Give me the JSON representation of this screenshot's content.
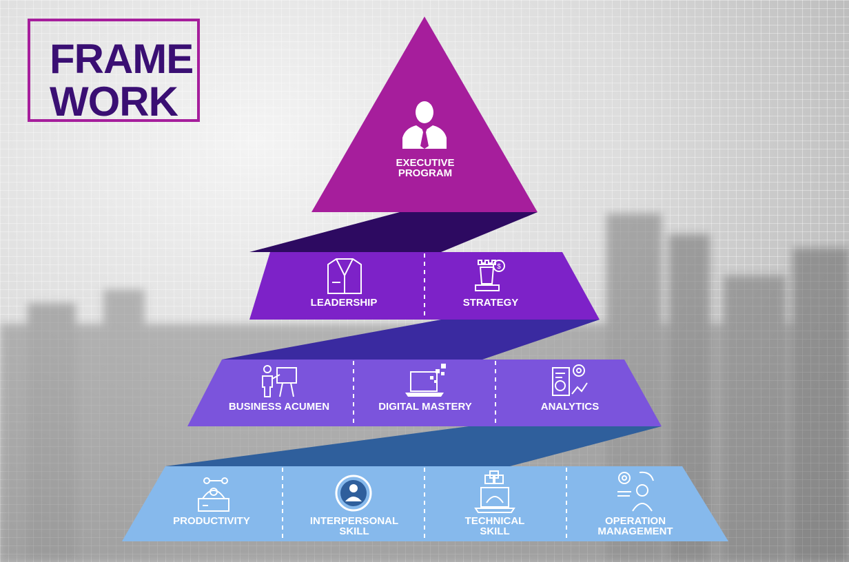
{
  "title": {
    "line1": "FRAME",
    "line2": "WORK"
  },
  "colors": {
    "tier1": "#a61e9c",
    "tier2": "#7d22c8",
    "tier3": "#7b54dc",
    "tier4": "#86b9ec",
    "band1": "#2d0a61",
    "band2": "#3a2aa0",
    "band3": "#2f5f9c"
  },
  "tiers": [
    {
      "items": [
        {
          "line1": "EXECUTIVE",
          "line2": "PROGRAM",
          "icon": "executive-person-icon"
        }
      ]
    },
    {
      "items": [
        {
          "line1": "LEADERSHIP",
          "line2": "",
          "icon": "suit-jacket-icon"
        },
        {
          "line1": "STRATEGY",
          "line2": "",
          "icon": "chess-rook-dollar-icon"
        }
      ]
    },
    {
      "items": [
        {
          "line1": "BUSINESS ACUMEN",
          "line2": "",
          "icon": "presenter-board-icon"
        },
        {
          "line1": "DIGITAL MASTERY",
          "line2": "",
          "icon": "laptop-pixels-icon"
        },
        {
          "line1": "ANALYTICS",
          "line2": "",
          "icon": "report-gear-icon"
        }
      ]
    },
    {
      "items": [
        {
          "line1": "PRODUCTIVITY",
          "line2": "",
          "icon": "productivity-box-icon"
        },
        {
          "line1": "INTERPERSONAL",
          "line2": "SKILL",
          "icon": "person-circle-icon"
        },
        {
          "line1": "TECHNICAL",
          "line2": "SKILL",
          "icon": "laptop-cubes-icon"
        },
        {
          "line1": "OPERATION",
          "line2": "MANAGEMENT",
          "icon": "operator-gear-icon"
        }
      ]
    }
  ]
}
